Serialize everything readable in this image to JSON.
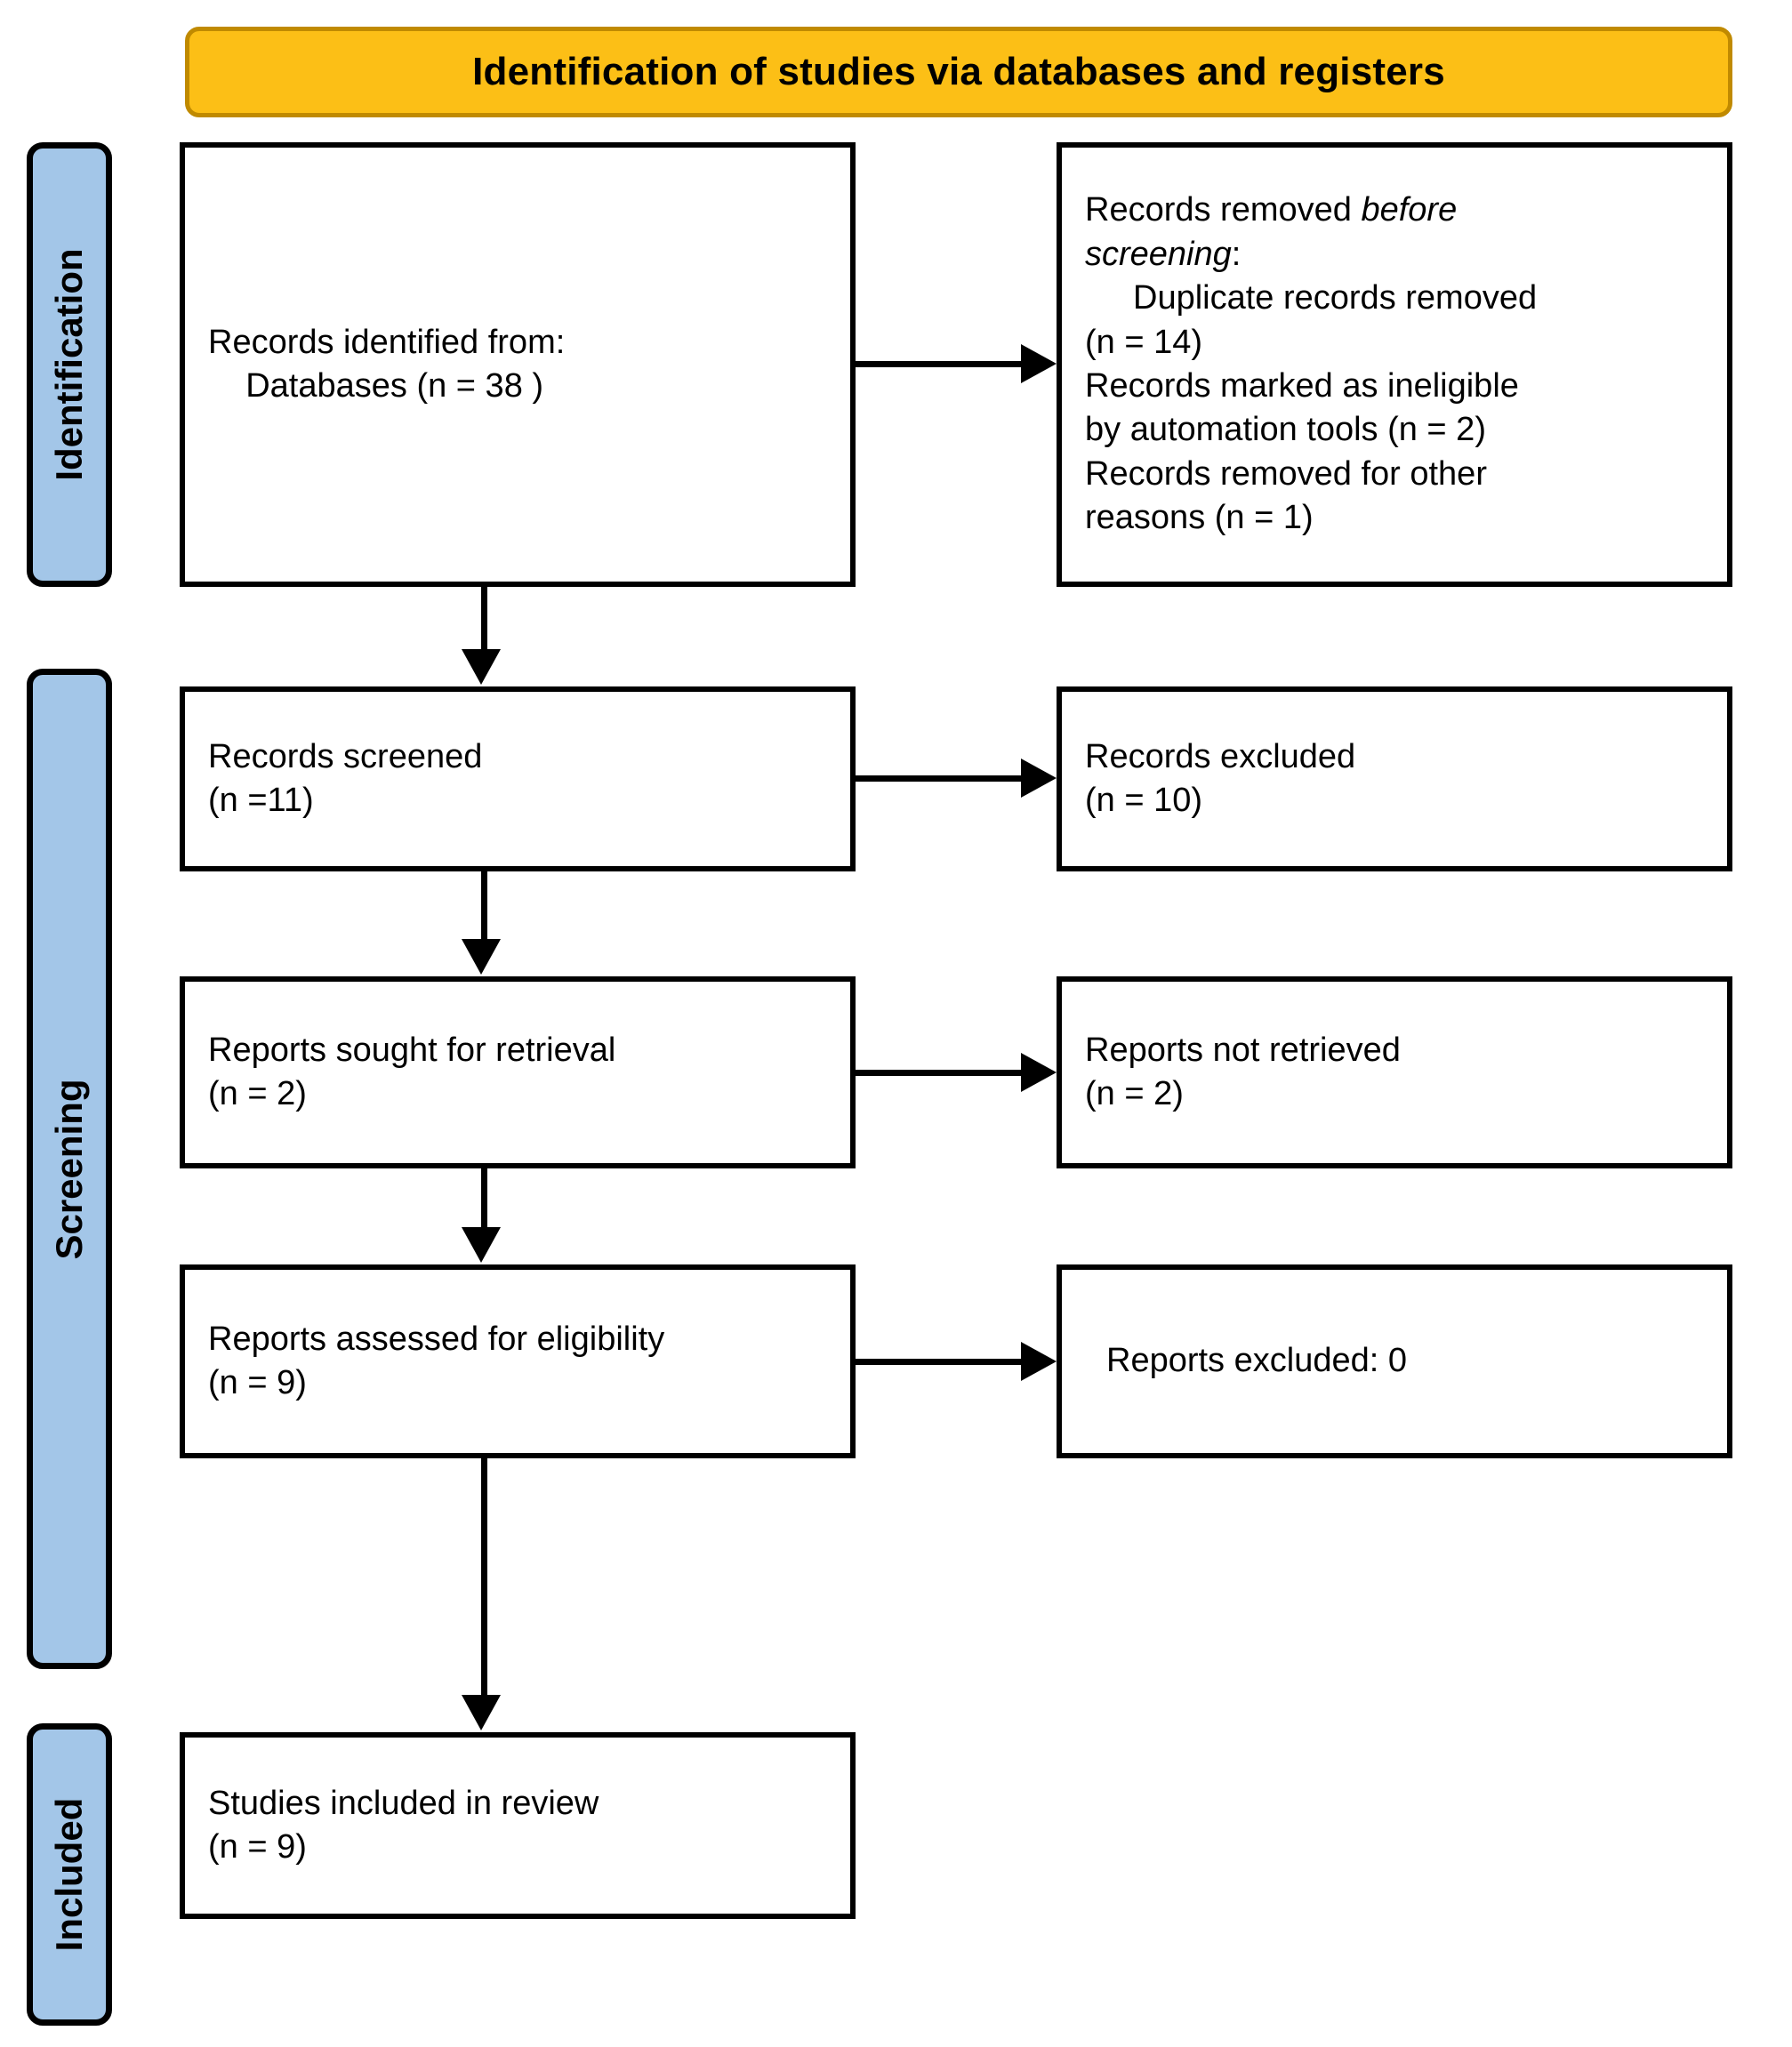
{
  "diagram": {
    "type": "prisma-flow-diagram",
    "header": {
      "title": "Identification of studies via databases and registers",
      "background_color": "#FCBF16",
      "border_color": "#C08A00"
    },
    "stages": [
      {
        "id": "identification",
        "label": "Identification",
        "color": "#A3C6E8"
      },
      {
        "id": "screening",
        "label": "Screening",
        "color": "#A3C6E8"
      },
      {
        "id": "included",
        "label": "Included",
        "color": "#A3C6E8"
      }
    ],
    "boxes": {
      "identified": {
        "line1": "Records identified from:",
        "line2": "    Databases (n = 38 )"
      },
      "removed": {
        "line1_pre": "Records removed ",
        "line1_em": "before",
        "line2_em": "screening",
        "line2_post": ":",
        "line3": "Duplicate records removed",
        "line4": "(n = 14)",
        "line5": "Records marked as ineligible",
        "line6": "by automation tools (n = 2)",
        "line7": "Records removed for other",
        "line8": "reasons (n = 1)"
      },
      "screened": {
        "line1": "Records screened",
        "line2": "(n =11)"
      },
      "excluded": {
        "line1": "Records excluded",
        "line2": "(n = 10)"
      },
      "sought": {
        "line1": "Reports sought for retrieval",
        "line2": "(n = 2)"
      },
      "not_retrieved": {
        "line1": "Reports not retrieved",
        "line2": "(n = 2)"
      },
      "assessed": {
        "line1": "Reports assessed for eligibility",
        "line2": "(n = 9)"
      },
      "reports_excluded": {
        "line1": "Reports excluded: 0"
      },
      "included": {
        "line1": "Studies included in review",
        "line2": "(n = 9)"
      }
    }
  }
}
